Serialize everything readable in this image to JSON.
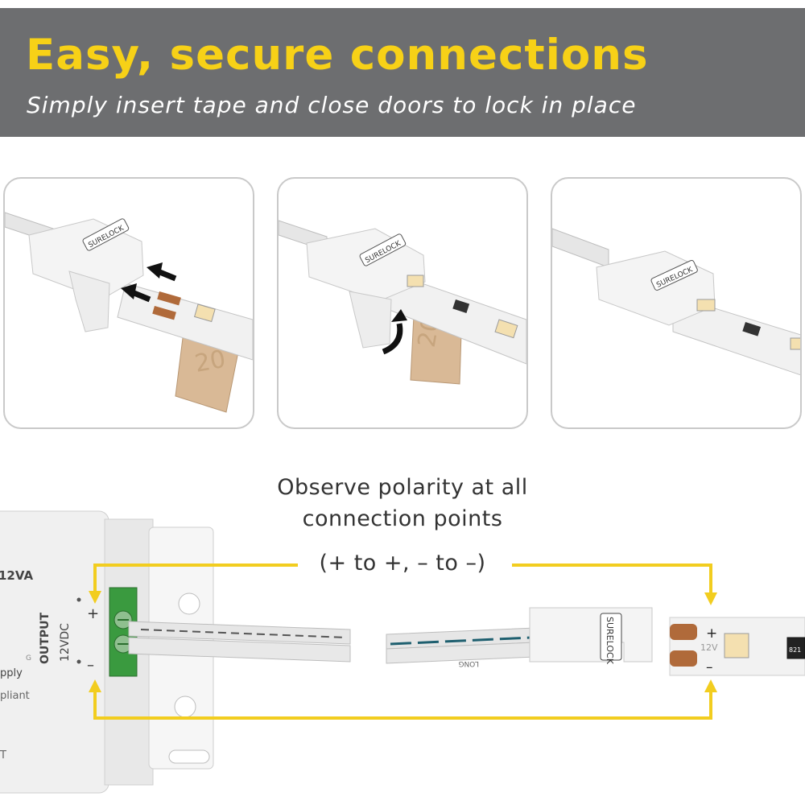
{
  "header": {
    "title": "Easy, secure connections",
    "subtitle": "Simply insert tape and close doors to lock in place"
  },
  "steps": [
    {
      "connector_logo": "SURELOCK",
      "icon": "insert-arrows-icon"
    },
    {
      "connector_logo": "SURELOCK",
      "icon": "close-door-arrow-icon"
    },
    {
      "connector_logo": "SURELOCK",
      "icon": "locked-connector"
    }
  ],
  "polarity": {
    "line1": "Observe polarity at all",
    "line2": "connection points",
    "line3": "(+ to +, – to –)"
  },
  "power_supply": {
    "rating": "12VA",
    "output_label": "OUTPUT",
    "voltage_label": "12VDC",
    "plus": "+",
    "minus": "–",
    "fragment_a": "pply",
    "fragment_b": "pliant",
    "fragment_c": "T",
    "fragment_d": "G"
  },
  "connector": {
    "logo": "SURELOCK"
  },
  "tape": {
    "plus": "+",
    "minus": "–",
    "voltage": "12V",
    "resistor": "821"
  },
  "wire": {
    "print": "LONG"
  },
  "colors": {
    "banner": "#6d6e70",
    "headline": "#f7d117",
    "polarity_line": "#f2cd1f",
    "terminal_block": "#3a9a3f",
    "copper": "#b06a3a"
  }
}
